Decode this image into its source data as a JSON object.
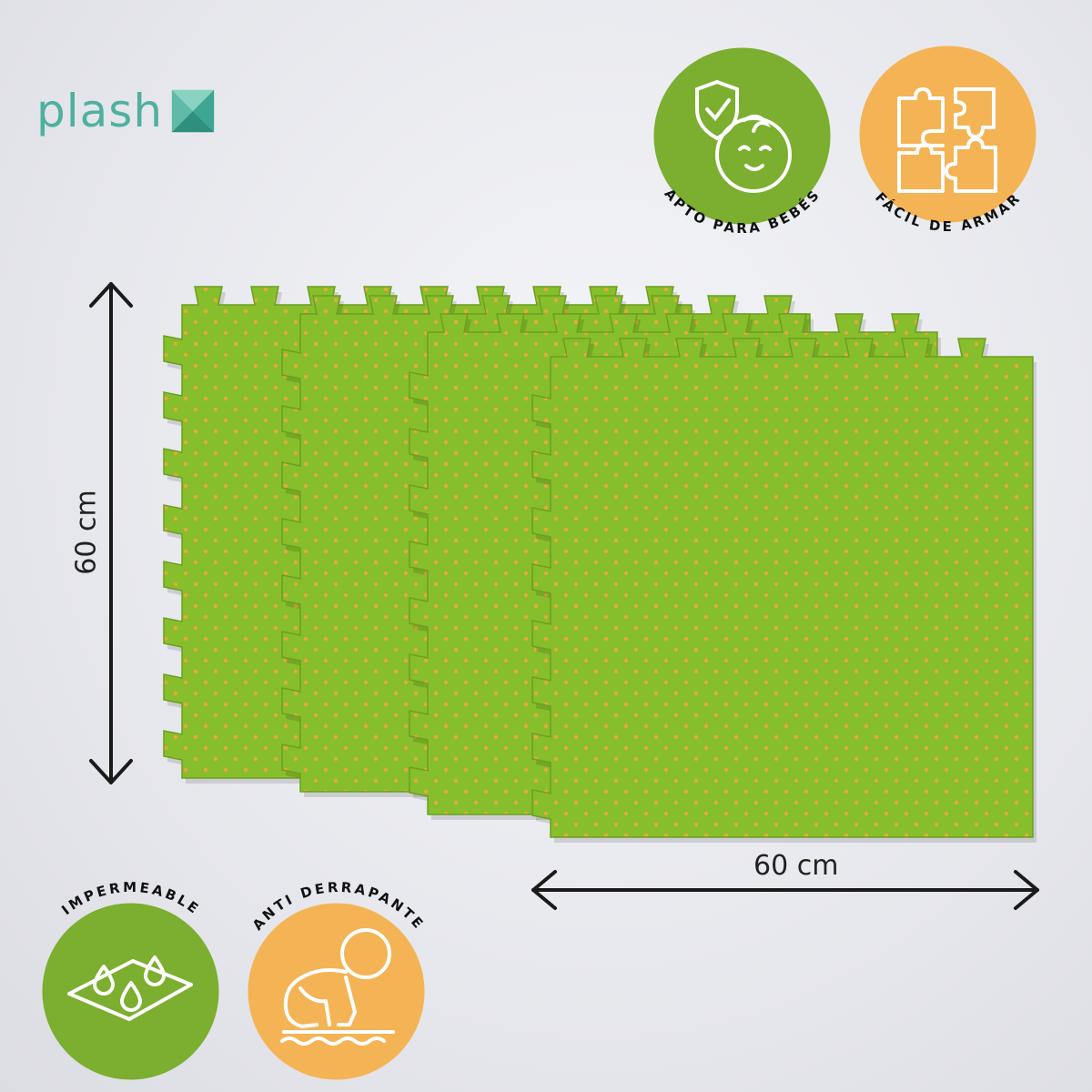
{
  "brand": {
    "name": "plash"
  },
  "badges": {
    "baby_safe": {
      "label": "APTO PARA BEBÉS",
      "icon": "baby-shield-icon",
      "color": "#7cae2f"
    },
    "easy_assembly": {
      "label": "FÁCIL DE ARMAR",
      "icon": "puzzle-icon",
      "color": "#f4b455"
    },
    "waterproof": {
      "label": "IMPERMEABLE",
      "icon": "water-drops-icon",
      "color": "#7cae2f"
    },
    "anti_slip": {
      "label": "ANTI DERRAPANTE",
      "icon": "crawling-baby-icon",
      "color": "#f4b455"
    }
  },
  "dimensions": {
    "height": "60 cm",
    "width": "60 cm"
  },
  "product": {
    "mat_color": "#86bf2b",
    "dot_color": "#e6a93a",
    "tile_count": 4
  }
}
